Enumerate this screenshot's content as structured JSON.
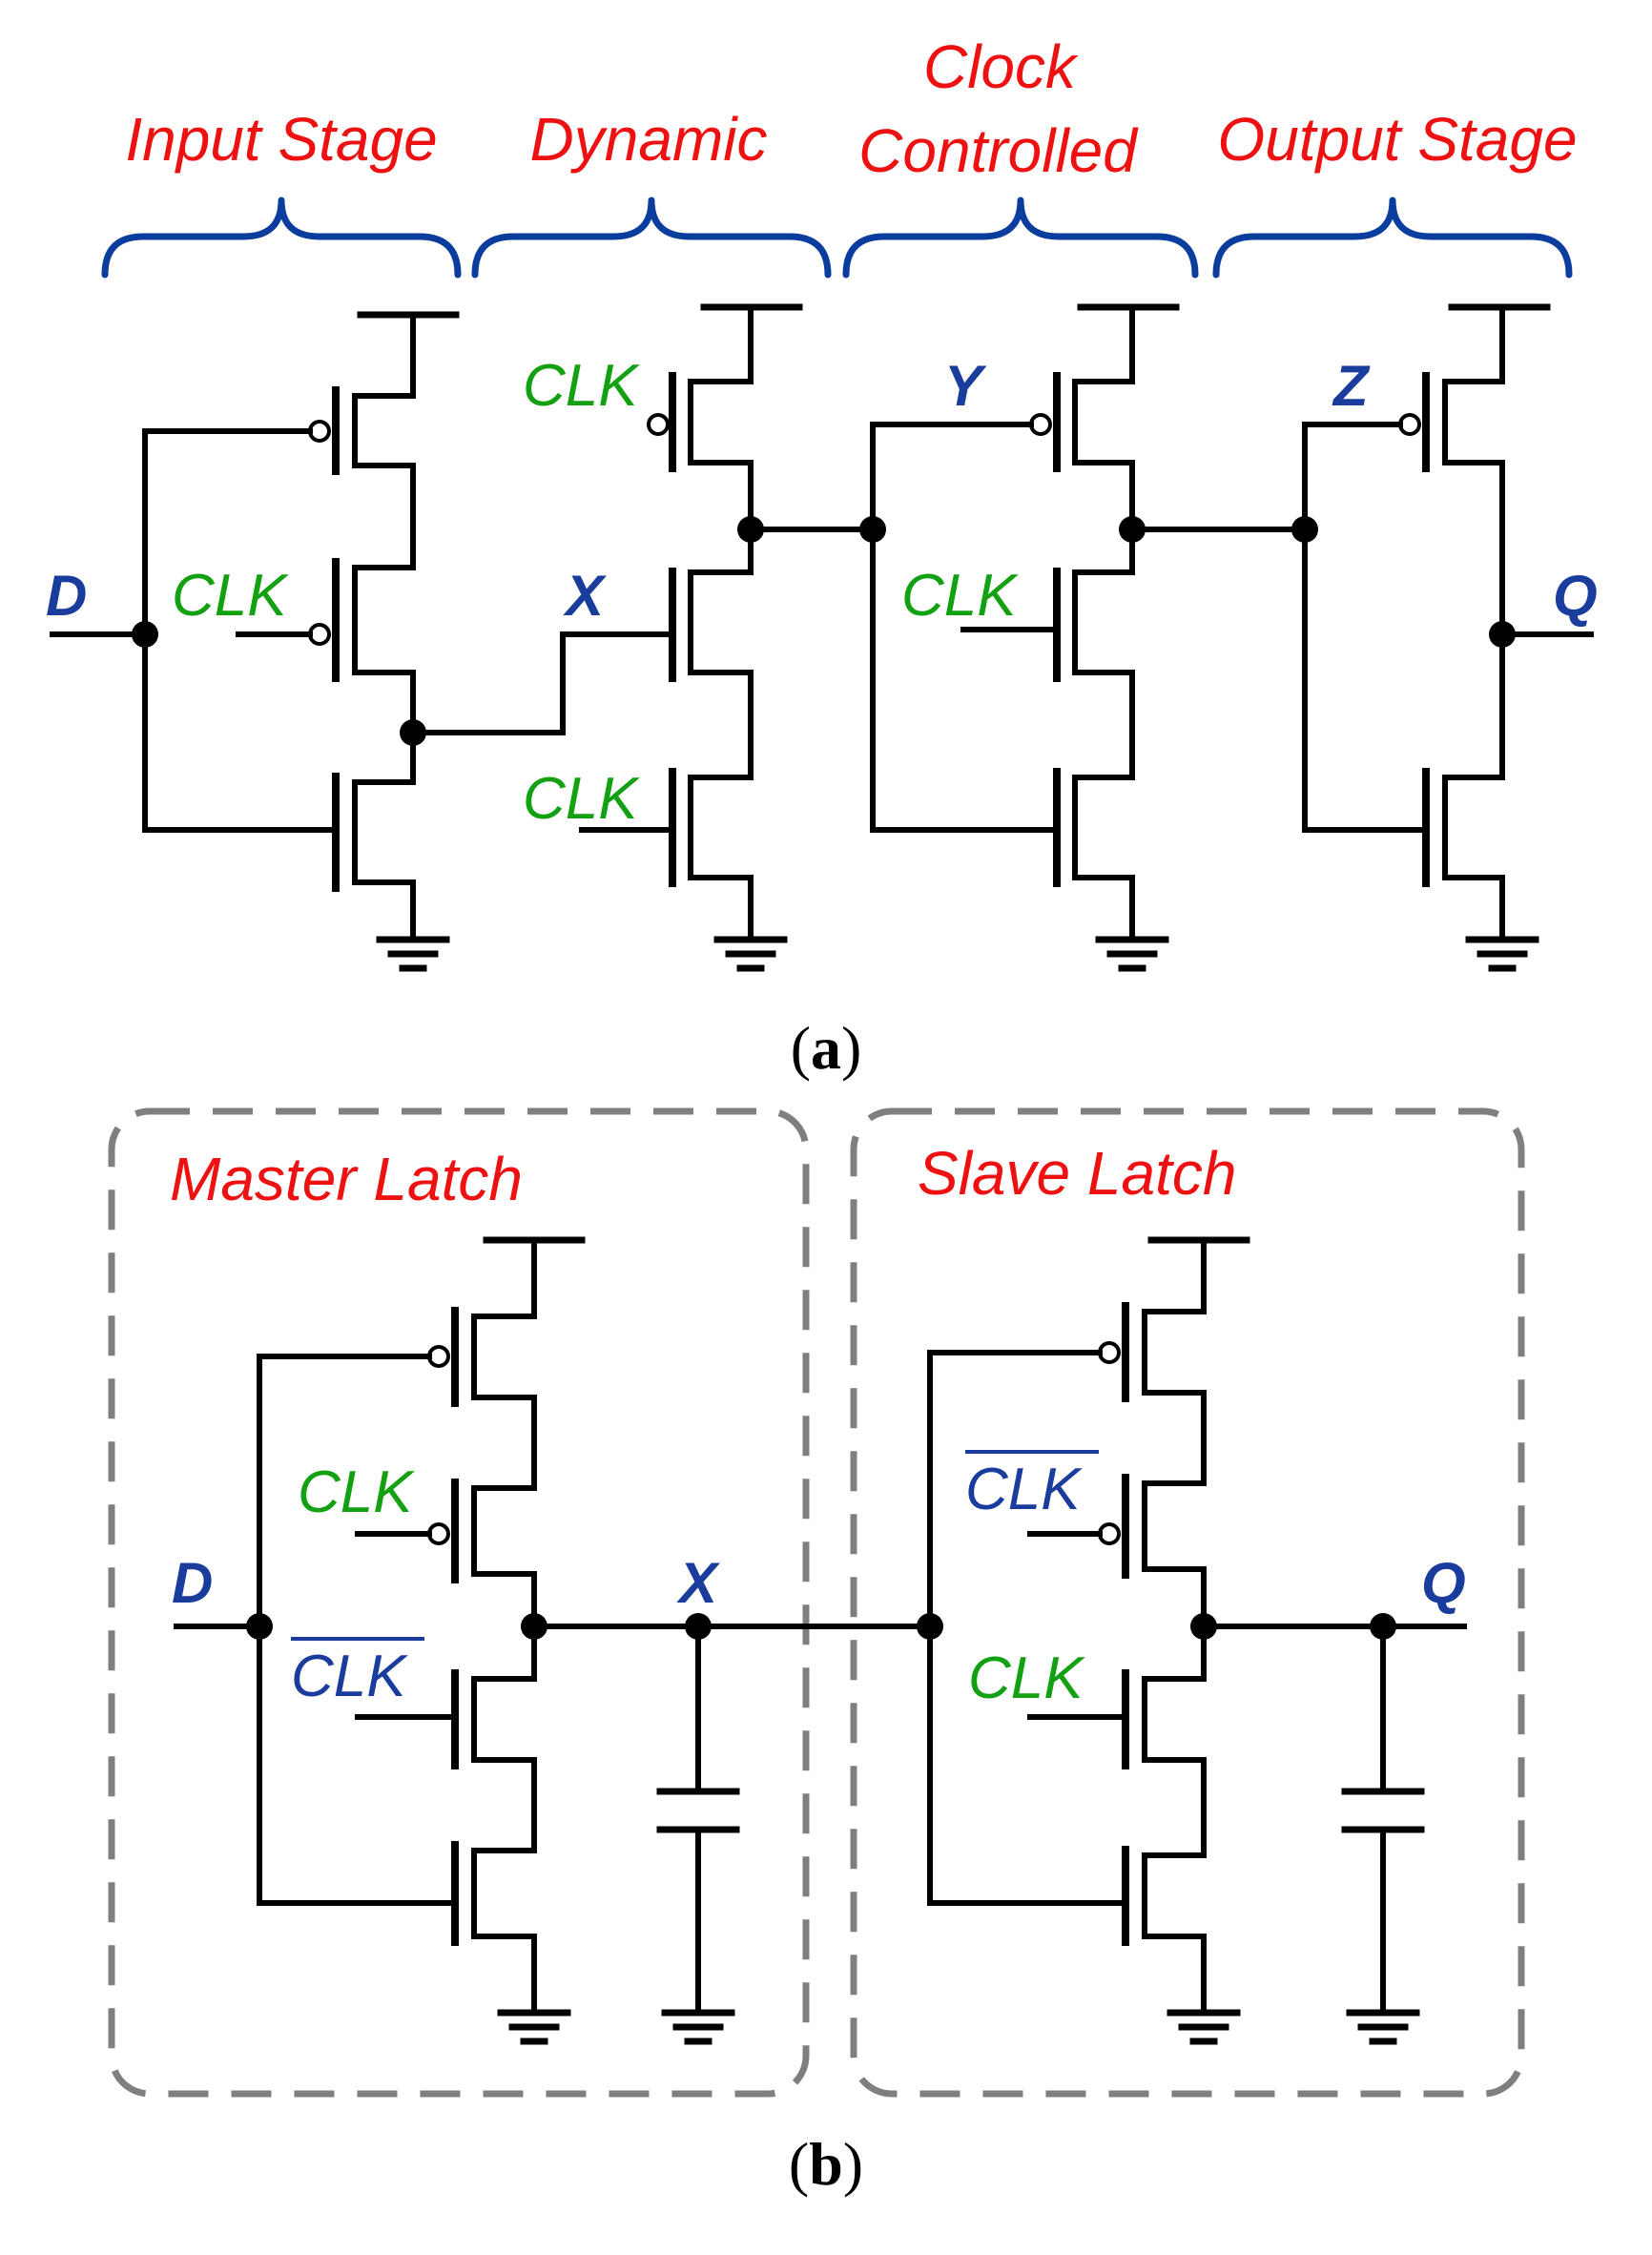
{
  "panel_a": {
    "caption_letter": "a",
    "stages": [
      "Input Stage",
      "Dynamic",
      "Clock",
      "Controlled",
      "Output Stage"
    ],
    "nodes": {
      "d": "D",
      "x": "X",
      "y": "Y",
      "z": "Z",
      "q": "Q"
    },
    "clk": "CLK"
  },
  "panel_b": {
    "caption_letter": "b",
    "master_label": "Master Latch",
    "slave_label": "Slave Latch",
    "nodes": {
      "d": "D",
      "x": "X",
      "q": "Q"
    },
    "clk": "CLK",
    "clk_bar": "CLK"
  },
  "colors": {
    "stage_text": "#ee1111",
    "node_text": "#1a3c9c",
    "clk_text": "#13a013",
    "brace": "#0b3d9e",
    "latch_border": "#7f7f7f"
  }
}
